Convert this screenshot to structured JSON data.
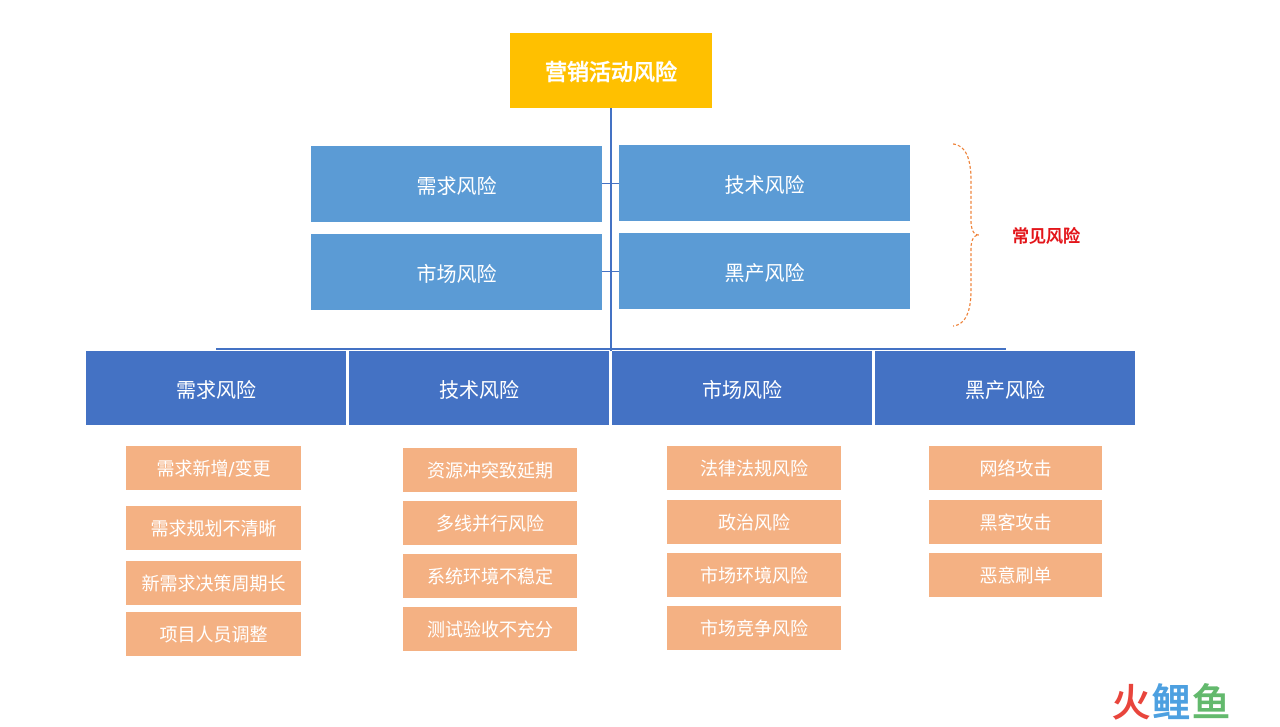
{
  "root": {
    "label": "营销活动风险"
  },
  "common": {
    "label": "常见风险",
    "items": [
      "需求风险",
      "技术风险",
      "市场风险",
      "黑产风险"
    ]
  },
  "categories": [
    {
      "label": "需求风险",
      "items": [
        "需求新增/变更",
        "需求规划不清晰",
        "新需求决策周期长",
        "项目人员调整"
      ]
    },
    {
      "label": "技术风险",
      "items": [
        "资源冲突致延期",
        "多线并行风险",
        "系统环境不稳定",
        "测试验收不充分"
      ]
    },
    {
      "label": "市场风险",
      "items": [
        "法律法规风险",
        "政治风险",
        "市场环境风险",
        "市场竞争风险"
      ]
    },
    {
      "label": "黑产风险",
      "items": [
        "网络攻击",
        "黑客攻击",
        "恶意刷单"
      ]
    }
  ],
  "colors": {
    "root": "#ffc000",
    "common_box": "#5b9bd5",
    "category_box": "#4472c4",
    "leaf_box": "#f4b183",
    "brace": "#ed7d31",
    "common_label": "#e3151a"
  },
  "watermark": {
    "char1": "火",
    "char2": "鲤",
    "char3": "鱼"
  }
}
